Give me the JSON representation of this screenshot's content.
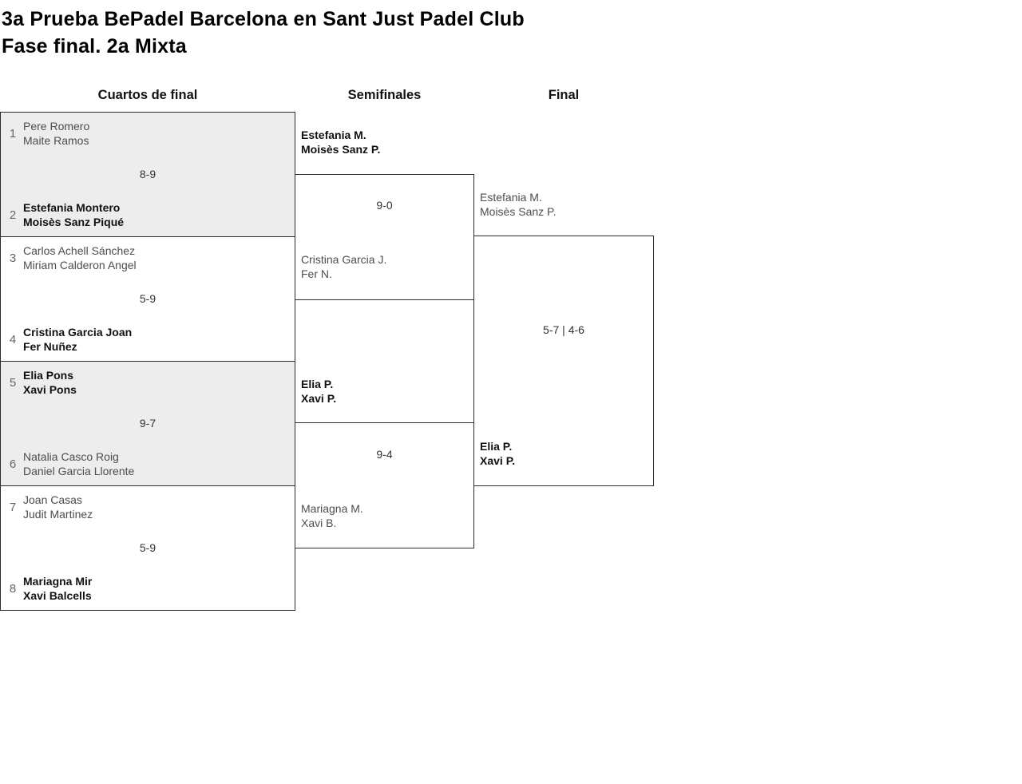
{
  "header": {
    "title": "3a Prueba BePadel Barcelona en Sant Just Padel Club",
    "subtitle": "Fase final. 2a Mixta"
  },
  "colors": {
    "shaded_match_bg": "#ededed",
    "border": "#2b2b2b",
    "winner_text": "#111111",
    "loser_text": "#4d4d4d",
    "seed_text": "#666666",
    "score_text": "#333333"
  },
  "bracket": {
    "rounds": [
      {
        "label": "Cuartos de final",
        "matches": [
          {
            "seed_top": "1",
            "team_top": {
              "players": [
                "Pere Romero",
                "Maite Ramos"
              ],
              "winner": false
            },
            "score": "8-9",
            "seed_bottom": "2",
            "team_bottom": {
              "players": [
                "Estefania Montero",
                "Moisès Sanz Piqué"
              ],
              "winner": true
            }
          },
          {
            "seed_top": "3",
            "team_top": {
              "players": [
                "Carlos Achell Sánchez",
                "Miriam Calderon Angel"
              ],
              "winner": false
            },
            "score": "5-9",
            "seed_bottom": "4",
            "team_bottom": {
              "players": [
                "Cristina Garcia Joan",
                "Fer Nuñez"
              ],
              "winner": true
            }
          },
          {
            "seed_top": "5",
            "team_top": {
              "players": [
                "Elia Pons",
                "Xavi Pons"
              ],
              "winner": true
            },
            "score": "9-7",
            "seed_bottom": "6",
            "team_bottom": {
              "players": [
                "Natalia Casco Roig",
                "Daniel Garcia Llorente"
              ],
              "winner": false
            }
          },
          {
            "seed_top": "7",
            "team_top": {
              "players": [
                "Joan Casas",
                "Judit Martinez"
              ],
              "winner": false
            },
            "score": "5-9",
            "seed_bottom": "8",
            "team_bottom": {
              "players": [
                "Mariagna Mir",
                "Xavi Balcells"
              ],
              "winner": true
            }
          }
        ]
      },
      {
        "label": "Semifinales",
        "matches": [
          {
            "team_top": {
              "players": [
                "Estefania M.",
                "Moisès Sanz P."
              ],
              "winner": true
            },
            "score": "9-0",
            "team_bottom": {
              "players": [
                "Cristina Garcia J.",
                "Fer N."
              ],
              "winner": false
            }
          },
          {
            "team_top": {
              "players": [
                "Elia P.",
                "Xavi P."
              ],
              "winner": true
            },
            "score": "9-4",
            "team_bottom": {
              "players": [
                "Mariagna M.",
                "Xavi B."
              ],
              "winner": false
            }
          }
        ]
      },
      {
        "label": "Final",
        "matches": [
          {
            "team_top": {
              "players": [
                "Estefania M.",
                "Moisès Sanz P."
              ],
              "winner": false
            },
            "score": "5-7 | 4-6",
            "team_bottom": {
              "players": [
                "Elia P.",
                "Xavi P."
              ],
              "winner": true
            }
          }
        ]
      }
    ]
  }
}
